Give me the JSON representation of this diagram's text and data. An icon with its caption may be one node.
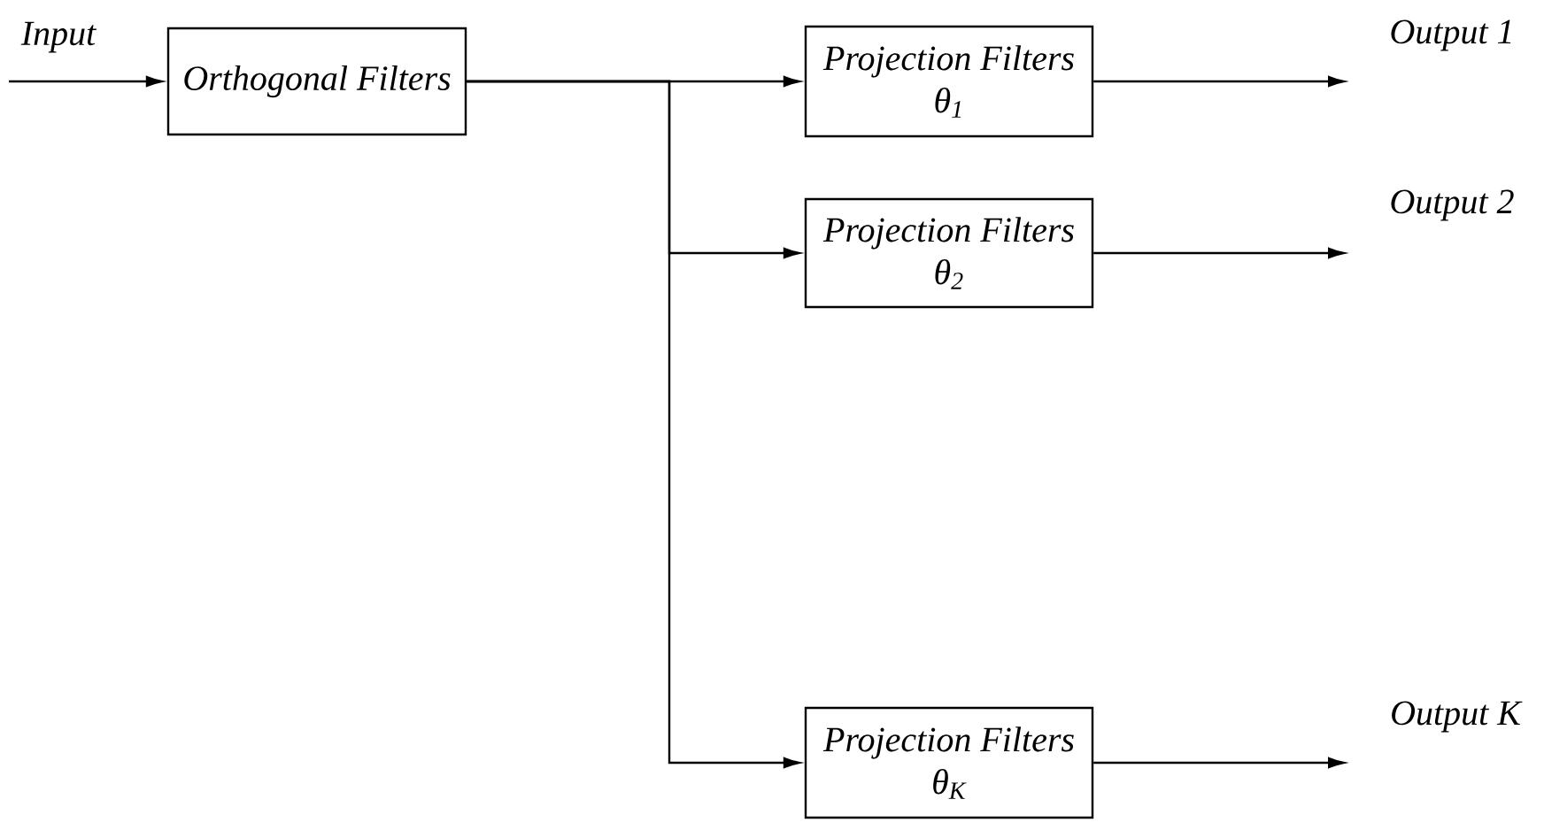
{
  "diagram": {
    "nodes": [
      {
        "text": [
          "Input"
        ]
      },
      {
        "text": [
          "Orthogonal Filters"
        ]
      },
      {
        "text": [
          "Projection Filters",
          "θ$_{1}$"
        ]
      },
      {
        "text": [
          "Projection Filters",
          "θ$_{2}$"
        ]
      },
      {
        "text": [
          "Projection Filters",
          "θ$_{K}$"
        ]
      },
      {
        "text": [
          "Output 1"
        ]
      },
      {
        "text": [
          "Output 2"
        ]
      },
      {
        "text": [
          "Output K"
        ]
      }
    ],
    "edges": [
      {
        "from": 0,
        "to": 1,
        "arrow": "to"
      },
      {
        "from": 1,
        "to": 2,
        "arrow": "to"
      },
      {
        "from": 1,
        "to": 3,
        "arrow": "to"
      },
      {
        "from": 1,
        "to": 4,
        "arrow": "to"
      },
      {
        "from": 2,
        "to": 5,
        "arrow": "to"
      },
      {
        "from": 3,
        "to": 6,
        "arrow": "to"
      },
      {
        "from": 4,
        "to": 7,
        "arrow": "to"
      }
    ]
  }
}
